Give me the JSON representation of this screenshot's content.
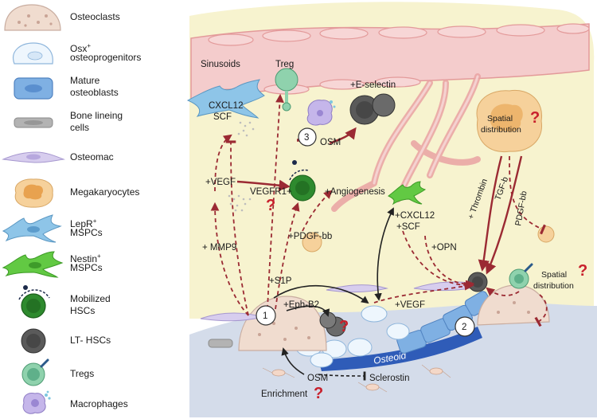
{
  "legend": [
    {
      "icon": "osteoclast-icon",
      "label": "Osteoclasts"
    },
    {
      "icon": "osteoprogenitor-icon",
      "label_main": "Osx",
      "label_sup": "+",
      "label_line2": "osteoprogenitors"
    },
    {
      "icon": "mature-osteoblast-icon",
      "label": "Mature",
      "label_line2": "osteoblasts"
    },
    {
      "icon": "bone-lining-cell-icon",
      "label": "Bone lineing",
      "label_line2": "cells"
    },
    {
      "icon": "osteomac-icon",
      "label": "Osteomac"
    },
    {
      "icon": "megakaryocyte-icon",
      "label": "Megakaryocytes"
    },
    {
      "icon": "lepr-mspc-icon",
      "label_main": "LepR",
      "label_sup": "+",
      "label_line2": "MSPCs"
    },
    {
      "icon": "nestin-mspc-icon",
      "label_main": "Nestin",
      "label_sup": "+",
      "label_line2": "MSPCs"
    },
    {
      "icon": "mobilized-hsc-icon",
      "label": "Mobilized",
      "label_line2": "HSCs"
    },
    {
      "icon": "lt-hsc-icon",
      "label": "LT- HSCs"
    },
    {
      "icon": "treg-icon",
      "label": "Tregs"
    },
    {
      "icon": "macrophage-icon",
      "label": "Macrophages"
    }
  ],
  "diagram": {
    "sinusoids": "Sinusoids",
    "treg": "Treg",
    "cxcl12": "CXCL12",
    "scf": "SCF",
    "e_selectin": "+E-selectin",
    "osm_top": "OSM",
    "spatial_top": "Spatial",
    "distribution_top": "distribution",
    "vegf_left": "+VEGF",
    "vegfr1": "VEGFR1+",
    "angiogenesis": "+Angiogenesis",
    "thrombin": "+ Thrombin",
    "tgfb": "TGF-b",
    "pdgfbb_right": "PDGF-bb",
    "cxcl12_nestin": "+CXCL12",
    "scf_nestin": "+SCF",
    "pdgfbb_mid": "+PDGF-bb",
    "mmp9": "+ MMP9",
    "opn": "+OPN",
    "s1p": "+S1P",
    "ephb2": "+Eph-B2",
    "vegf_mid": "+VEGF",
    "spatial_right": "Spatial",
    "distribution_right": "distribution",
    "osteoid": "Osteoid",
    "osm_bottom": "OSM",
    "sclerostin": "Sclerostin",
    "enrichment": "Enrichment",
    "num1": "1",
    "num2": "2",
    "num3": "3",
    "qmark": "?"
  },
  "colors": {
    "marrow": "#f7f3cf",
    "bone": "#d4dcea",
    "vessel": "#f2c7c7",
    "arrow": "#9b2a33",
    "hsc_dark": "#555555",
    "nestin": "#5cc43a",
    "lepr": "#7fb8dc",
    "osteoblast": "#6b9fd8",
    "osteoid": "#2f5cb8",
    "megakaryocyte": "#f3c78b",
    "question": "#c8202c"
  }
}
